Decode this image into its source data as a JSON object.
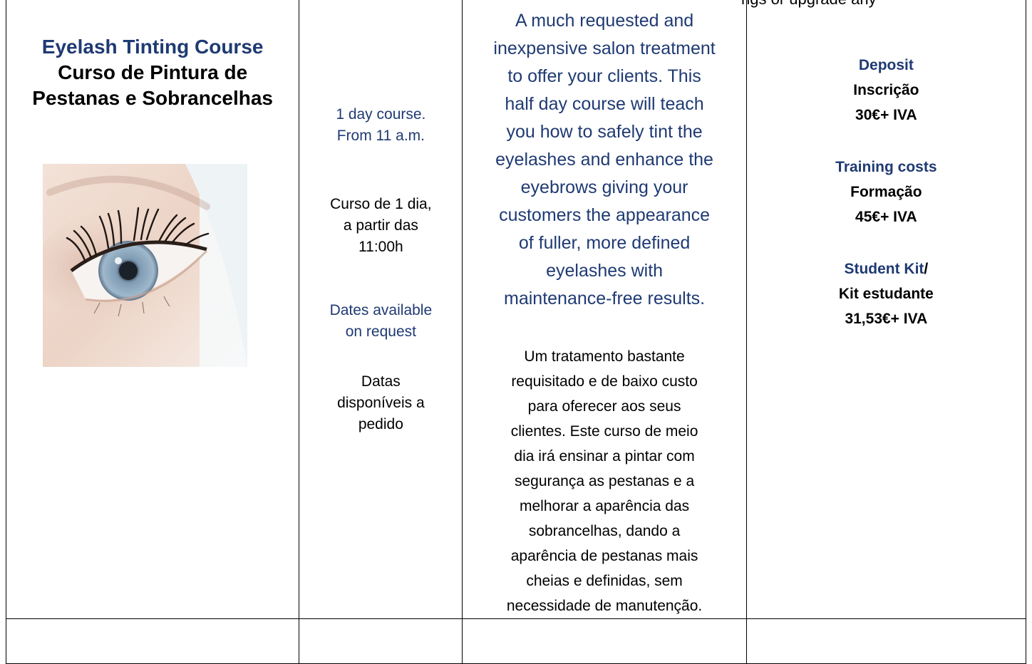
{
  "header": {
    "cut_text": "ngs or upgrade any"
  },
  "course": {
    "title_en": "Eyelash Tinting Course",
    "title_pt_line1": "Curso de Pintura de",
    "title_pt_line2": "Pestanas e Sobrancelhas",
    "image_alt": "eye-photo"
  },
  "schedule": {
    "duration_en_line1": "1 day course.",
    "duration_en_line2": "From 11 a.m.",
    "duration_pt_line1": "Curso de  1 dia,",
    "duration_pt_line2": "a partir das",
    "duration_pt_line3": "11:00h",
    "dates_en_line1": "Dates available",
    "dates_en_line2": "on request",
    "dates_pt_line1": "Datas",
    "dates_pt_line2": "disponíveis a",
    "dates_pt_line3": "pedido"
  },
  "description": {
    "en_lines": [
      "A much requested and",
      "inexpensive salon treatment",
      "to offer your clients. This",
      "half day course will teach",
      "you how to safely tint the",
      "eyelashes and enhance the",
      "eyebrows giving your",
      "customers the appearance",
      "of fuller, more defined",
      "eyelashes with",
      "maintenance-free results."
    ],
    "pt_lines": [
      "Um tratamento bastante",
      "requisitado e de baixo custo",
      "para oferecer aos seus",
      "clientes. Este curso de meio",
      "dia irá ensinar a pintar com",
      "segurança as pestanas e a",
      "melhorar a aparência das",
      "sobrancelhas, dando a",
      "aparência de pestanas mais",
      "cheias e definidas, sem",
      "necessidade de manutenção."
    ]
  },
  "pricing": {
    "deposit_en": "Deposit",
    "deposit_pt": "Inscrição",
    "deposit_price": "30€+ IVA",
    "training_en": "Training costs",
    "training_pt": "Formação",
    "training_price": "45€+ IVA",
    "kit_en": "Student Kit",
    "kit_slash": "/",
    "kit_pt": "Kit estudante",
    "kit_price": "31,53€+ IVA"
  },
  "colors": {
    "accent_navy": "#1f3a73",
    "text": "#000000",
    "border": "#000000"
  }
}
